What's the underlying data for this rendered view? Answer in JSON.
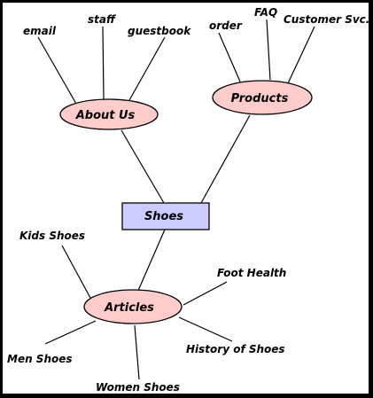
{
  "diagram": {
    "center": {
      "label": "Shoes",
      "fill": "#ccccff"
    },
    "about": {
      "label": "About Us",
      "fill": "#ffcccc",
      "children": [
        "email",
        "staff",
        "guestbook"
      ]
    },
    "products": {
      "label": "Products",
      "fill": "#ffcccc",
      "children": [
        "order",
        "FAQ",
        "Customer Svc."
      ]
    },
    "articles": {
      "label": "Articles",
      "fill": "#ffcccc",
      "children": [
        "Kids Shoes",
        "Foot Health",
        "Men Shoes",
        "Women Shoes",
        "History of Shoes"
      ]
    }
  }
}
